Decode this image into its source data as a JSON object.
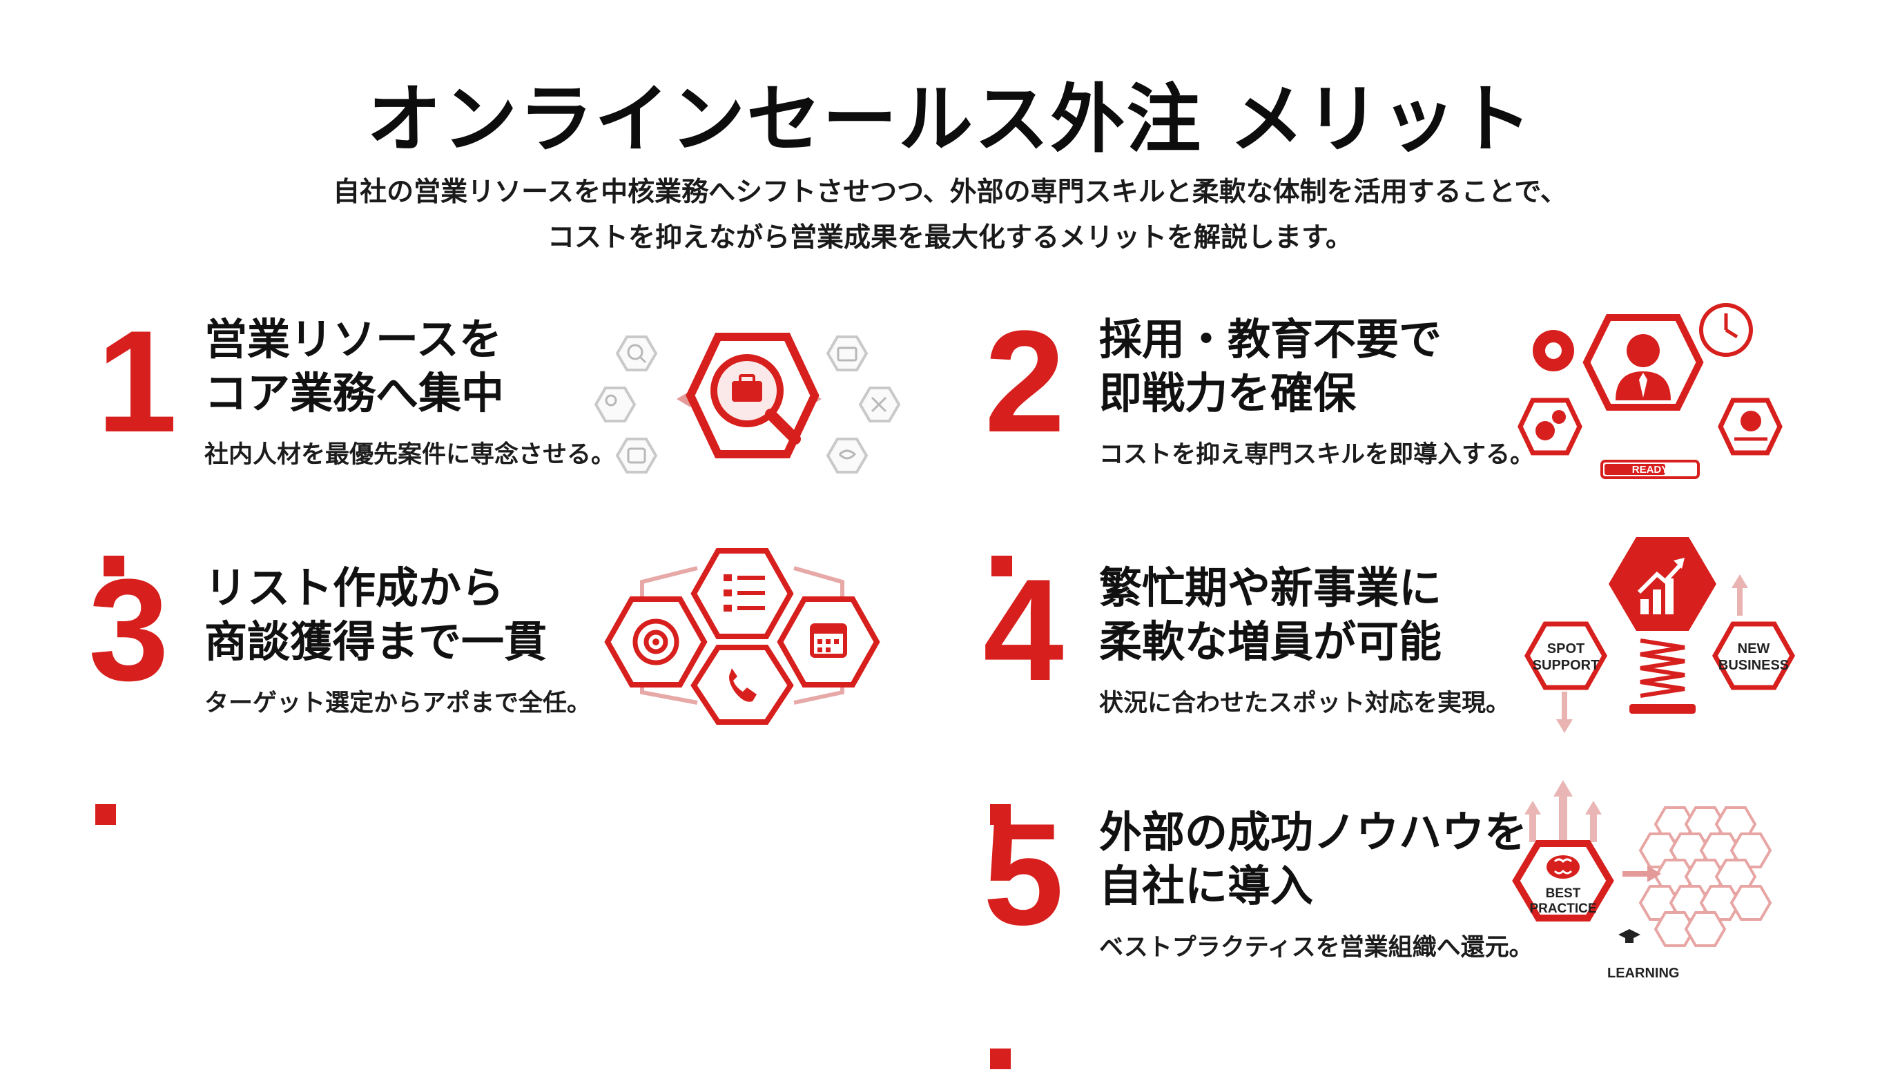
{
  "title": "オンラインセールス外注 メリット",
  "subtitle": {
    "line1": "自社の営業リソースを中核業務へシフトさせつつ、外部の専門スキルと柔軟な体制を活用することで、",
    "line2": "コストを抑えながら営業成果を最大化するメリットを解説します。"
  },
  "accent_color": "#d7201d",
  "items": [
    {
      "number": "1",
      "heading_line1": "営業リソースを",
      "heading_line2": "コア業務へ集中",
      "description": "社内人材を最優先案件に専念させる。",
      "icons": [
        "briefcase-search-icon",
        "magnifier-icon",
        "briefcase-icon",
        "tools-icon",
        "handshake-icon",
        "document-icon",
        "people-icon"
      ]
    },
    {
      "number": "2",
      "heading_line1": "採用・教育不要で",
      "heading_line2": "即戦力を確保",
      "description": "コストを抑え専門スキルを即導入する。",
      "badge": "READY",
      "icons": [
        "businessman-icon",
        "gear-icon",
        "clock-icon",
        "gears-icon",
        "money-hand-icon"
      ]
    },
    {
      "number": "3",
      "heading_line1": "リスト作成から",
      "heading_line2": "商談獲得まで一貫",
      "description": "ターゲット選定からアポまで全任。",
      "icons": [
        "checklist-icon",
        "target-icon",
        "calendar-icon",
        "phone-icon"
      ]
    },
    {
      "number": "4",
      "heading_line1": "繁忙期や新事業に",
      "heading_line2": "柔軟な増員が可能",
      "description": "状況に合わせたスポット対応を実現。",
      "label_left": "SPOT SUPPORT",
      "label_left_1": "SPOT",
      "label_left_2": "SUPPORT",
      "label_right_1": "NEW",
      "label_right_2": "BUSINESS",
      "icons": [
        "growth-chart-icon",
        "spring-icon"
      ]
    },
    {
      "number": "5",
      "heading_line1": "外部の成功ノウハウを",
      "heading_line2": "自社に導入",
      "description": "ベストプラクティスを営業組織へ還元。",
      "badge_1": "BEST",
      "badge_2": "PRACTICE",
      "learning": "LEARNING",
      "icons": [
        "brain-icon",
        "graduation-cap-icon",
        "hexagon-network-icon"
      ]
    }
  ]
}
